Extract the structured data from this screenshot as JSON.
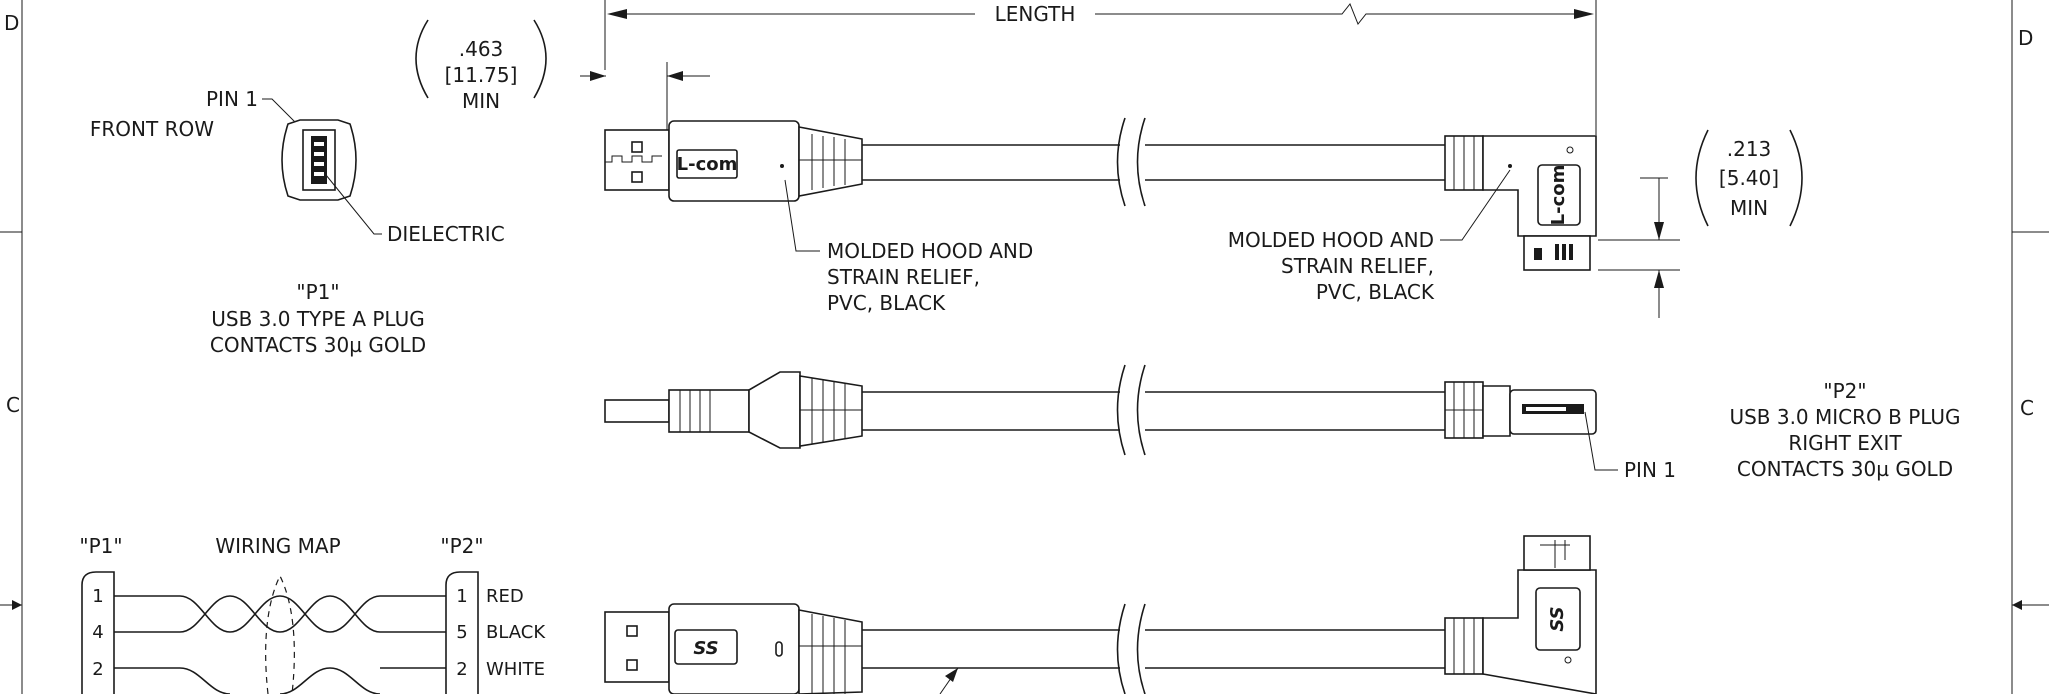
{
  "border": {
    "zone_d": "D",
    "zone_c": "C"
  },
  "dimensions": {
    "length_label": "LENGTH",
    "p1_inch": ".463",
    "p1_mm": "[11.75]",
    "p1_min": "MIN",
    "p2_inch": ".213",
    "p2_mm": "[5.40]",
    "p2_min": "MIN"
  },
  "p1_detail": {
    "pin1": "PIN 1",
    "front_row": "FRONT ROW",
    "dielectric": "DIELECTRIC",
    "title": "\"P1\"",
    "desc1": "USB 3.0 TYPE A PLUG",
    "desc2": "CONTACTS 30µ GOLD"
  },
  "callouts": {
    "hood_left": [
      "MOLDED HOOD AND",
      "STRAIN RELIEF,",
      "PVC, BLACK"
    ],
    "hood_right": [
      "MOLDED HOOD AND",
      "STRAIN RELIEF,",
      "PVC, BLACK"
    ],
    "pin1_right": "PIN 1"
  },
  "p2_detail": {
    "title": "\"P2\"",
    "desc1": "USB 3.0 MICRO B PLUG",
    "desc2": "RIGHT EXIT",
    "desc3": "CONTACTS 30µ GOLD"
  },
  "logos": {
    "lcom": "L-com",
    "ss": "SS"
  },
  "wiring_map": {
    "left_header": "\"P1\"",
    "title": "WIRING MAP",
    "right_header": "\"P2\"",
    "rows": [
      {
        "p1_pin": "1",
        "p2_pin": "1",
        "color": "RED"
      },
      {
        "p1_pin": "4",
        "p2_pin": "5",
        "color": "BLACK"
      },
      {
        "p1_pin": "2",
        "p2_pin": "2",
        "color": "WHITE"
      }
    ]
  }
}
